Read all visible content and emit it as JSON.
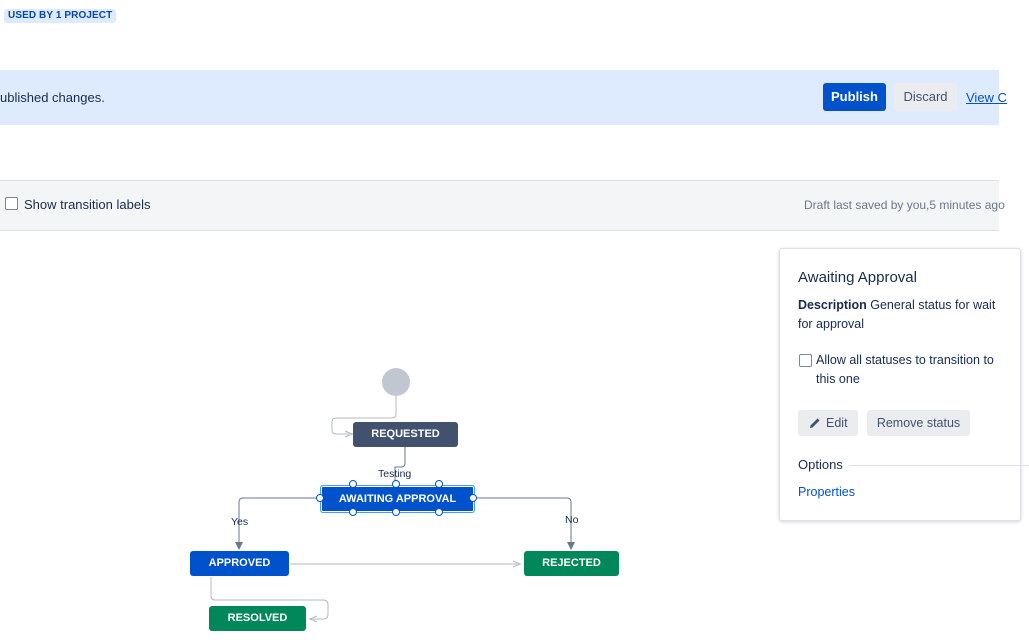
{
  "header": {
    "badge": "USED BY 1 PROJECT"
  },
  "banner": {
    "text": "ublished changes.",
    "publish_label": "Publish",
    "discard_label": "Discard",
    "view_label": "View C"
  },
  "toolbar": {
    "show_labels": "Show transition labels",
    "draft_status": "Draft last saved by you,5 minutes ago"
  },
  "diagram": {
    "nodes": {
      "requested": "REQUESTED",
      "awaiting": "AWAITING APPROVAL",
      "approved": "APPROVED",
      "rejected": "REJECTED",
      "resolved": "RESOLVED"
    },
    "transitions": {
      "testing": "Testing",
      "yes": "Yes",
      "no": "No"
    }
  },
  "panel": {
    "title": "Awaiting Approval",
    "description_label": "Description",
    "description_text": "General status for wait for approval",
    "allow_text": "Allow all statuses to transition to this one",
    "edit_label": "Edit",
    "remove_label": "Remove status",
    "options_label": "Options",
    "properties_link": "Properties"
  },
  "colors": {
    "primary": "#0052cc",
    "dark_status": "#42526e",
    "green_status": "#00875a",
    "banner_bg": "#deebff"
  }
}
